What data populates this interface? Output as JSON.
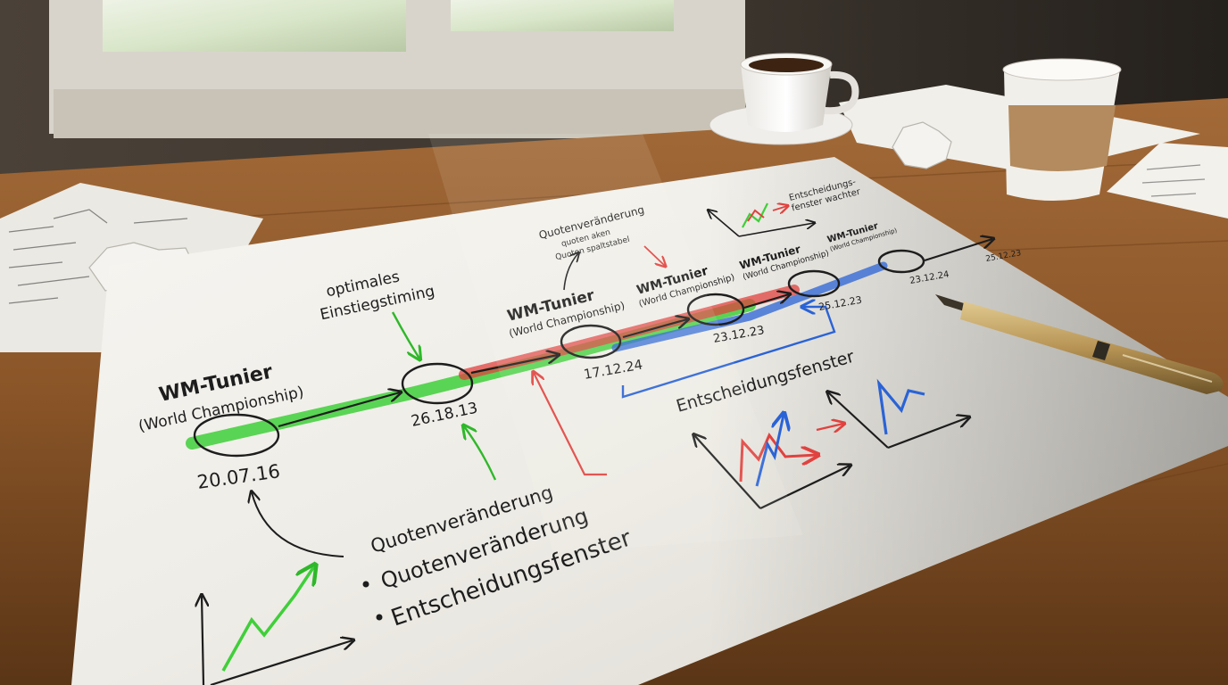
{
  "poster": {
    "events": [
      {
        "title": "WM-Tunier",
        "subtitle": "(World Championship)",
        "date": "20.07.16"
      },
      {
        "date": "26.18.13"
      },
      {
        "title": "WM-Tunier",
        "subtitle": "(World Championship)",
        "date": "17.12.24"
      },
      {
        "title": "WM-Tunier",
        "subtitle": "(World Championship)",
        "date": "23.12.23"
      },
      {
        "title": "WM-Tunier",
        "subtitle": "(World Championship)",
        "date": "25.12.23"
      },
      {
        "title": "WM-Tunier",
        "subtitle": "(World Championship)",
        "date": "23.12.24"
      },
      {
        "date": "25.12.23"
      }
    ],
    "annotation_entry": "optimales\nEinstiegstiming",
    "annotation_odds_top": "Quotenveränderung",
    "annotation_odds_top_sub": "quoten aken\nQuoten spaltstabel",
    "annotation_window_top": "Entscheidungs-\nfenster wachter",
    "label_window": "Entscheidungsfenster",
    "label_odds": "Quotenveränderung",
    "bullets": [
      "Quotenveränderung",
      "Entscheidungsfenster"
    ]
  },
  "colors": {
    "green": "#3fcf3a",
    "red": "#e0423f",
    "blue": "#2a63d6",
    "ink": "#1d1d1d"
  }
}
